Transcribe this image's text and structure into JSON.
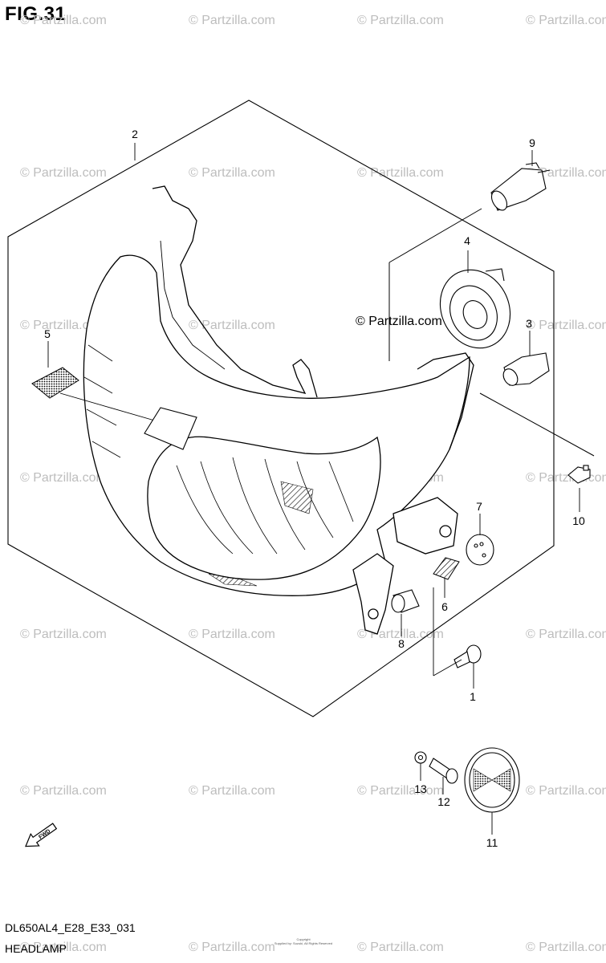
{
  "figure": {
    "title": "FIG.31",
    "model_code": "DL650AL4_E28_E33_031",
    "caption": "HEADLAMP",
    "fwd_label": "FWD",
    "small_print": [
      "Copyright",
      "Supplied by: Suzuki, All Rights Reserved"
    ]
  },
  "watermark": {
    "text": "© Partzilla.com",
    "center_text": "© Partzilla.com"
  },
  "callouts": [
    {
      "number": "1"
    },
    {
      "number": "2"
    },
    {
      "number": "3"
    },
    {
      "number": "4"
    },
    {
      "number": "5"
    },
    {
      "number": "6"
    },
    {
      "number": "7"
    },
    {
      "number": "8"
    },
    {
      "number": "9"
    },
    {
      "number": "10"
    },
    {
      "number": "11"
    },
    {
      "number": "12"
    },
    {
      "number": "13"
    }
  ]
}
